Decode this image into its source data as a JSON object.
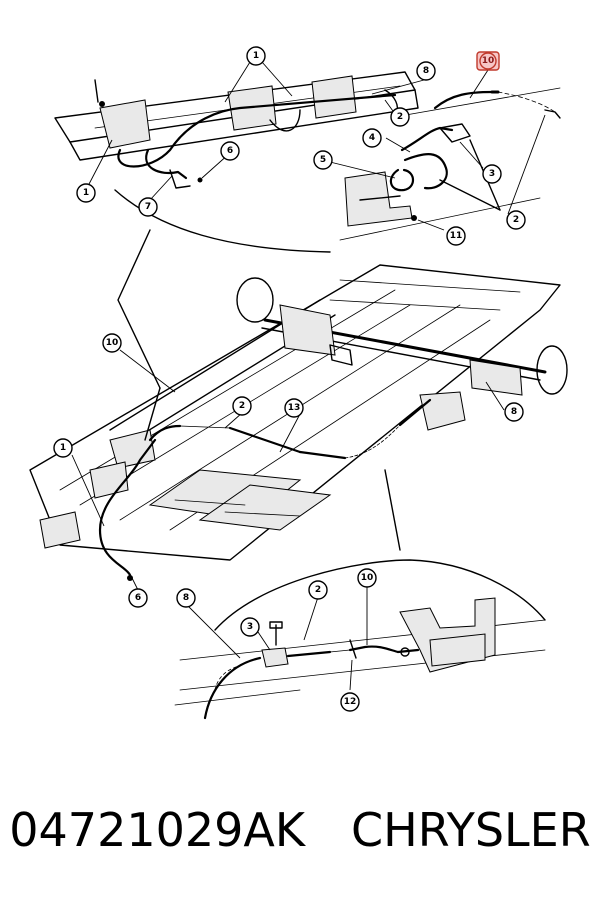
{
  "diagram": {
    "callouts": [
      {
        "label": "1"
      },
      {
        "label": "8"
      },
      {
        "label": "10"
      },
      {
        "label": "2"
      },
      {
        "label": "4"
      },
      {
        "label": "3"
      },
      {
        "label": "5"
      },
      {
        "label": "6"
      },
      {
        "label": "1"
      },
      {
        "label": "7"
      },
      {
        "label": "2"
      },
      {
        "label": "11"
      },
      {
        "label": "10"
      },
      {
        "label": "2"
      },
      {
        "label": "13"
      },
      {
        "label": "8"
      },
      {
        "label": "1"
      },
      {
        "label": "6"
      },
      {
        "label": "8"
      },
      {
        "label": "2"
      },
      {
        "label": "10"
      },
      {
        "label": "3"
      },
      {
        "label": "12"
      }
    ],
    "highlight_color": "#c0392b"
  },
  "caption": {
    "part_number": "04721029AK",
    "brand": "CHRYSLER"
  }
}
